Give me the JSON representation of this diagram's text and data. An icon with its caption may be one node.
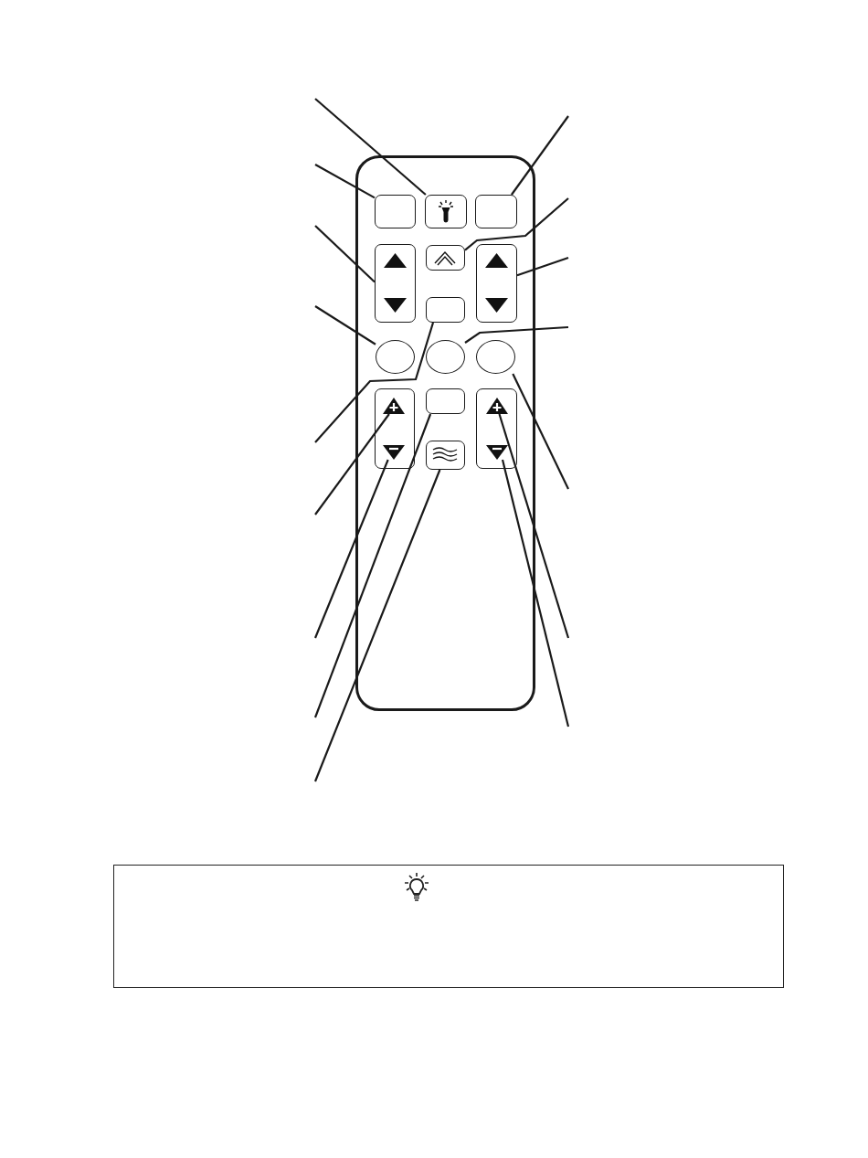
{
  "diagram": {
    "nodes": [
      {
        "text": [],
        "shape": "box"
      },
      {
        "text": [],
        "shape": "box",
        "in": 0
      },
      {
        "text": [],
        "shape": "box",
        "in": 0
      },
      {
        "text": [],
        "shape": "box",
        "in": 0
      },
      {
        "text": [],
        "shape": "box",
        "in": 0
      },
      {
        "text": [],
        "shape": "box",
        "in": 0
      },
      {
        "text": [],
        "shape": "box",
        "in": 0
      },
      {
        "text": [],
        "shape": "box",
        "in": 0
      },
      {
        "text": [],
        "shape": "oval",
        "in": 0
      },
      {
        "text": [],
        "shape": "oval",
        "in": 0
      },
      {
        "text": [],
        "shape": "oval",
        "in": 0
      },
      {
        "text": [],
        "shape": "box",
        "in": 0
      },
      {
        "text": [],
        "shape": "triangle",
        "in": 11
      },
      {
        "text": [],
        "shape": "triangle",
        "in": 11
      },
      {
        "text": [],
        "shape": "box",
        "in": 0
      },
      {
        "text": [],
        "shape": "box",
        "in": 0
      },
      {
        "text": [],
        "shape": "triangle",
        "in": 15
      },
      {
        "text": [],
        "shape": "triangle",
        "in": 15
      },
      {
        "text": [],
        "shape": "box",
        "in": 0
      }
    ],
    "edges": [
      {
        "from": null,
        "to": 2,
        "arrow": "none"
      },
      {
        "from": null,
        "to": 1,
        "arrow": "none"
      },
      {
        "from": null,
        "to": 4,
        "arrow": "none"
      },
      {
        "from": null,
        "to": 8,
        "arrow": "none"
      },
      {
        "from": null,
        "to": 7,
        "arrow": "none"
      },
      {
        "from": null,
        "to": 12,
        "arrow": "none"
      },
      {
        "from": null,
        "to": 13,
        "arrow": "none"
      },
      {
        "from": null,
        "to": 14,
        "arrow": "none"
      },
      {
        "from": null,
        "to": 18,
        "arrow": "none"
      },
      {
        "from": null,
        "to": 3,
        "arrow": "none"
      },
      {
        "from": null,
        "to": 5,
        "arrow": "none"
      },
      {
        "from": null,
        "to": 6,
        "arrow": "none"
      },
      {
        "from": null,
        "to": 9,
        "arrow": "none"
      },
      {
        "from": null,
        "to": 10,
        "arrow": "none"
      },
      {
        "from": null,
        "to": 16,
        "arrow": "none"
      },
      {
        "from": null,
        "to": 17,
        "arrow": "none"
      }
    ]
  }
}
